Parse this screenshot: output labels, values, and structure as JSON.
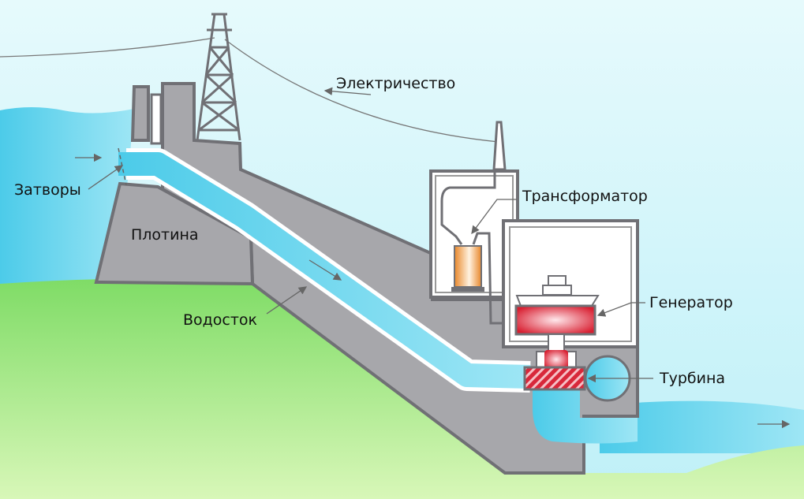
{
  "labels": {
    "electricity": "Электричество",
    "transformer": "Трансформатор",
    "generator": "Генератор",
    "turbine": "Турбина",
    "gates": "Затворы",
    "dam": "Плотина",
    "penstock": "Водосток"
  },
  "colors": {
    "sky": "#d6f5fa",
    "water": "#5fd0ec",
    "ground": "#8fe07a",
    "concrete": "#a7a7ab",
    "outline": "#707075",
    "transformer": "#f0a040",
    "generator": "#e0303c"
  }
}
